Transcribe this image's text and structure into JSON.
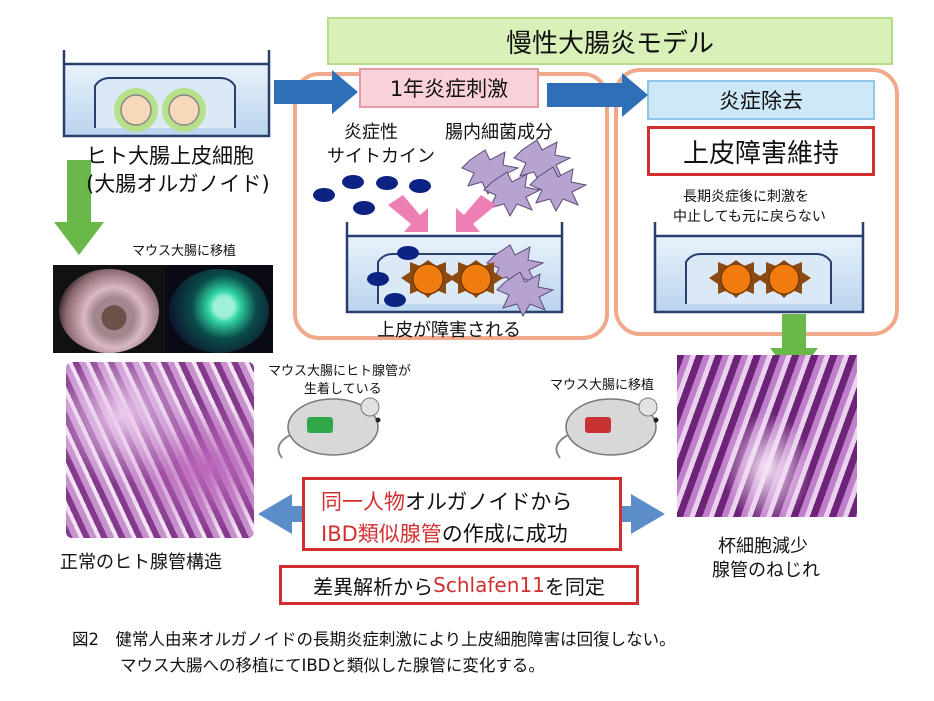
{
  "banner": "慢性大腸炎モデル",
  "stage1_tag": "1年炎症刺激",
  "stage2_tag": "炎症除去",
  "cell_label_1": "ヒト大腸上皮細胞",
  "cell_label_2": "(大腸オルガノイド)",
  "cytokine_label_1": "炎症性",
  "cytokine_label_2": "サイトカイン",
  "bacteria_label": "腸内細菌成分",
  "damage_label": "上皮が障害される",
  "maintained_box": "上皮障害維持",
  "maintained_note_1": "長期炎症後に刺激を",
  "maintained_note_2": "中止しても元に戻らない",
  "transplant_label_top": "マウス大腸に移植",
  "engraft_label_1": "マウス大腸にヒト腺管が",
  "engraft_label_2": "生着している",
  "transplant_label_right": "マウス大腸に移植",
  "normal_label": "正常のヒト腺管構造",
  "goblet_label_1": "杯細胞減少",
  "goblet_label_2": "腺管のねじれ",
  "success_box": {
    "line1_red": "同一人物",
    "line1_black": "オルガノイドから",
    "line2_red": "IBD類似腺管",
    "line2_black": "の作成に成功"
  },
  "schlafen_box": {
    "black1": "差異解析から",
    "red": "Schlafen11",
    "black2": "を同定"
  },
  "figure_caption_1": "図2　健常人由来オルガノイドの長期炎症刺激により上皮細胞障害は回復しない。",
  "figure_caption_2": "マウス大腸への移植にてIBDと類似した腺管に変化する。",
  "colors": {
    "accent_red": "#d23030",
    "arrow_blue": "#2f6fb8",
    "arrow_green": "#6ab84a",
    "arrow_pink": "#ee7fb5",
    "organoid_orange": "#f07c10"
  }
}
